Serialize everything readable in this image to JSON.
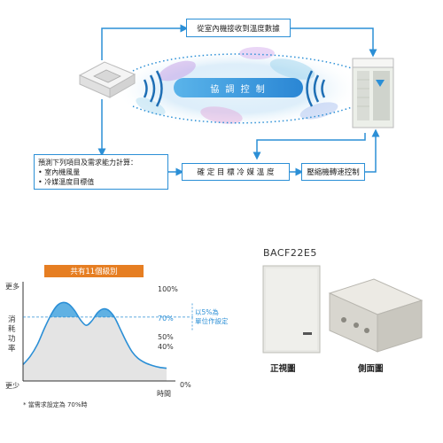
{
  "flow": {
    "top_box": "從室內機接收到溫度數據",
    "center_label": "協 調 控 制",
    "left_box_title": "預測下列項目及需求能力計算：",
    "left_box_items": [
      "• 室內機風量",
      "• 冷媒溫度目標值"
    ],
    "mid_box": "確 定 目 標 冷 媒 溫 度",
    "right_box": "壓縮機轉速控制"
  },
  "colors": {
    "accent": "#2b8fd6",
    "band": "#e67e22",
    "curve_fill": "#4fa8e0"
  },
  "chart_data": {
    "type": "area",
    "title": "共有11個級別",
    "y_top_label": "更多",
    "y_bottom_label": "更少",
    "ylabel": "消耗功率",
    "xlabel": "時間",
    "ticks_right": [
      "100%",
      "70%",
      "50%",
      "40%",
      "0%"
    ],
    "tick_values": [
      100,
      70,
      50,
      40,
      0
    ],
    "threshold": 70,
    "annotation": "以5%為\n單位作設定",
    "footnote": "* 當需求設定為 70%時",
    "ylim": [
      0,
      100
    ],
    "x": [
      0,
      0.05,
      0.1,
      0.15,
      0.2,
      0.24,
      0.28,
      0.32,
      0.36,
      0.4,
      0.44,
      0.48,
      0.52,
      0.56,
      0.6,
      0.64,
      0.68,
      0.72,
      0.76,
      0.8,
      0.85,
      0.9,
      0.95,
      1.0
    ],
    "values": [
      18,
      27,
      40,
      58,
      74,
      83,
      86,
      84,
      77,
      67,
      61,
      66,
      75,
      79,
      77,
      69,
      56,
      43,
      32,
      25,
      20,
      17,
      15,
      14
    ]
  },
  "product": {
    "model": "BACF22E5",
    "front_label": "正視圖",
    "side_label": "側面圖"
  }
}
